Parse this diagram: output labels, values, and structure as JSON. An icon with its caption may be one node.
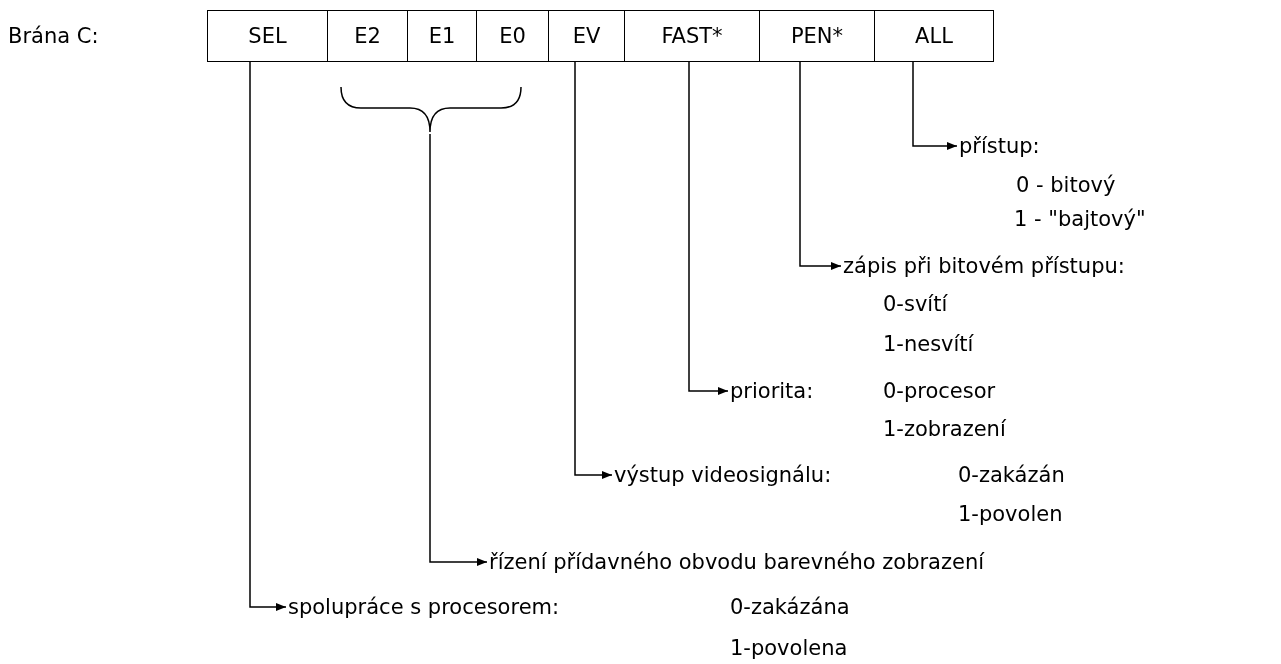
{
  "diagram": {
    "nodes": [
      {
        "text": [
          "SEL"
        ]
      },
      {
        "text": [
          "E2"
        ]
      },
      {
        "text": [
          "E1"
        ]
      },
      {
        "text": [
          "E0"
        ]
      },
      {
        "text": [
          "EV"
        ]
      },
      {
        "text": [
          "FAST*"
        ]
      },
      {
        "text": [
          "PEN*"
        ]
      },
      {
        "text": [
          "ALL"
        ]
      },
      {
        "text": [],
        "shape": "brace"
      },
      {
        "text": [
          "přístup:",
          "0 - bitový",
          "1 - \"bajtový\""
        ]
      },
      {
        "text": [
          "zápis při bitovém přístupu:",
          "0-svítí",
          "1-nesvítí"
        ]
      },
      {
        "text": [
          "priorita:",
          "0-procesor",
          "1-zobrazení"
        ]
      },
      {
        "text": [
          "výstup videosignálu:",
          "0-zakázán",
          "1-povolen"
        ]
      },
      {
        "text": [
          "řízení přídavného obvodu barevného zobrazení"
        ]
      },
      {
        "text": [
          "spolupráce s procesorem:",
          "0-zakázána",
          "1-povolena"
        ]
      }
    ],
    "edges": [
      {
        "from": 7,
        "to": 9,
        "arrow": "to"
      },
      {
        "from": 6,
        "to": 10,
        "arrow": "to"
      },
      {
        "from": 5,
        "to": 11,
        "arrow": "to"
      },
      {
        "from": 4,
        "to": 12,
        "arrow": "to"
      },
      {
        "from": 8,
        "to": 13,
        "arrow": "to"
      },
      {
        "from": 0,
        "to": 14,
        "arrow": "to"
      }
    ],
    "labels": [
      "Brána C:"
    ]
  }
}
